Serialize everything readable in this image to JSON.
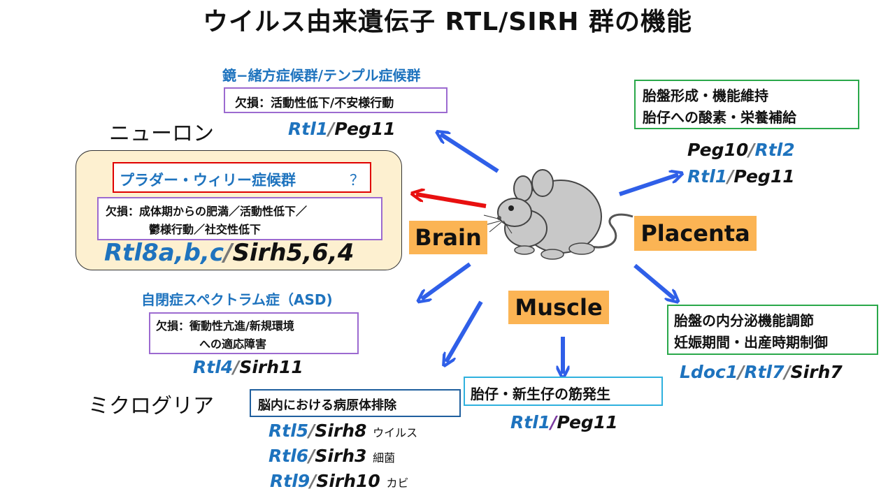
{
  "title": "ウイルス由来遺伝子 RTL/SIRH 群の機能",
  "labels": {
    "neuron": "ニューロン",
    "microglia": "ミクログリア",
    "brain": "Brain",
    "placenta": "Placenta",
    "muscle": "Muscle"
  },
  "mirror": {
    "syndrome": "鏡−緒方症候群/テンプル症候群",
    "deficit": "欠損：活動性低下/不安様行動",
    "gene_a": "Rtl1",
    "sep": "/",
    "gene_b": "Peg11"
  },
  "pws": {
    "syndrome": "プラダー・ウィリー症候群",
    "qmark": "？",
    "deficit_line1": "欠損：成体期からの肥満／活動性低下／",
    "deficit_line2": "鬱様行動／社交性低下",
    "gene_a": "Rtl8a,b,c",
    "sep": "/",
    "gene_b": "Sirh5,6,4"
  },
  "asd": {
    "syndrome": "自閉症スペクトラム症（ASD)",
    "deficit_line1": "欠損：衝動性亢進/新規環境",
    "deficit_line2": "への適応障害",
    "gene_a": "Rtl4",
    "sep": "/",
    "gene_b": "Sirh11"
  },
  "microglia_box": {
    "text": "脳内における病原体排除",
    "rows": [
      {
        "gene_a": "Rtl5",
        "sep": "/",
        "gene_b": "Sirh8",
        "target": "ウイルス"
      },
      {
        "gene_a": "Rtl6",
        "sep": "/",
        "gene_b": "Sirh3",
        "target": "細菌"
      },
      {
        "gene_a": "Rtl9",
        "sep": "/",
        "gene_b": "Sirh10",
        "target": "カビ"
      }
    ]
  },
  "muscle_box": {
    "text": "胎仔・新生仔の筋発生",
    "gene_a": "Rtl1",
    "sep": "/",
    "gene_b": "Peg11"
  },
  "placenta_top": {
    "line1": "胎盤形成・機能維持",
    "line2": "胎仔への酸素・栄養補給",
    "row1_a": "Peg10",
    "row1_sep": "/",
    "row1_b": "Rtl2",
    "row2_a": "Rtl1",
    "row2_sep": "/",
    "row2_b": "Peg11"
  },
  "placenta_bottom": {
    "line1": "胎盤の内分泌機能調節",
    "line2": "妊娠期間・出産時期制御",
    "gene_a": "Ldoc1",
    "sep1": "/",
    "gene_b": "Rtl7",
    "sep2": "/",
    "gene_c": "Sirh7"
  },
  "colors": {
    "arrow_blue": "#2f5fe8",
    "arrow_red": "#e81010",
    "label_bg": "#fbb454",
    "gene_blue": "#1e73be",
    "pws_bg": "#fdf0d0"
  },
  "icons": {
    "mouse": "mouse-illustration"
  }
}
